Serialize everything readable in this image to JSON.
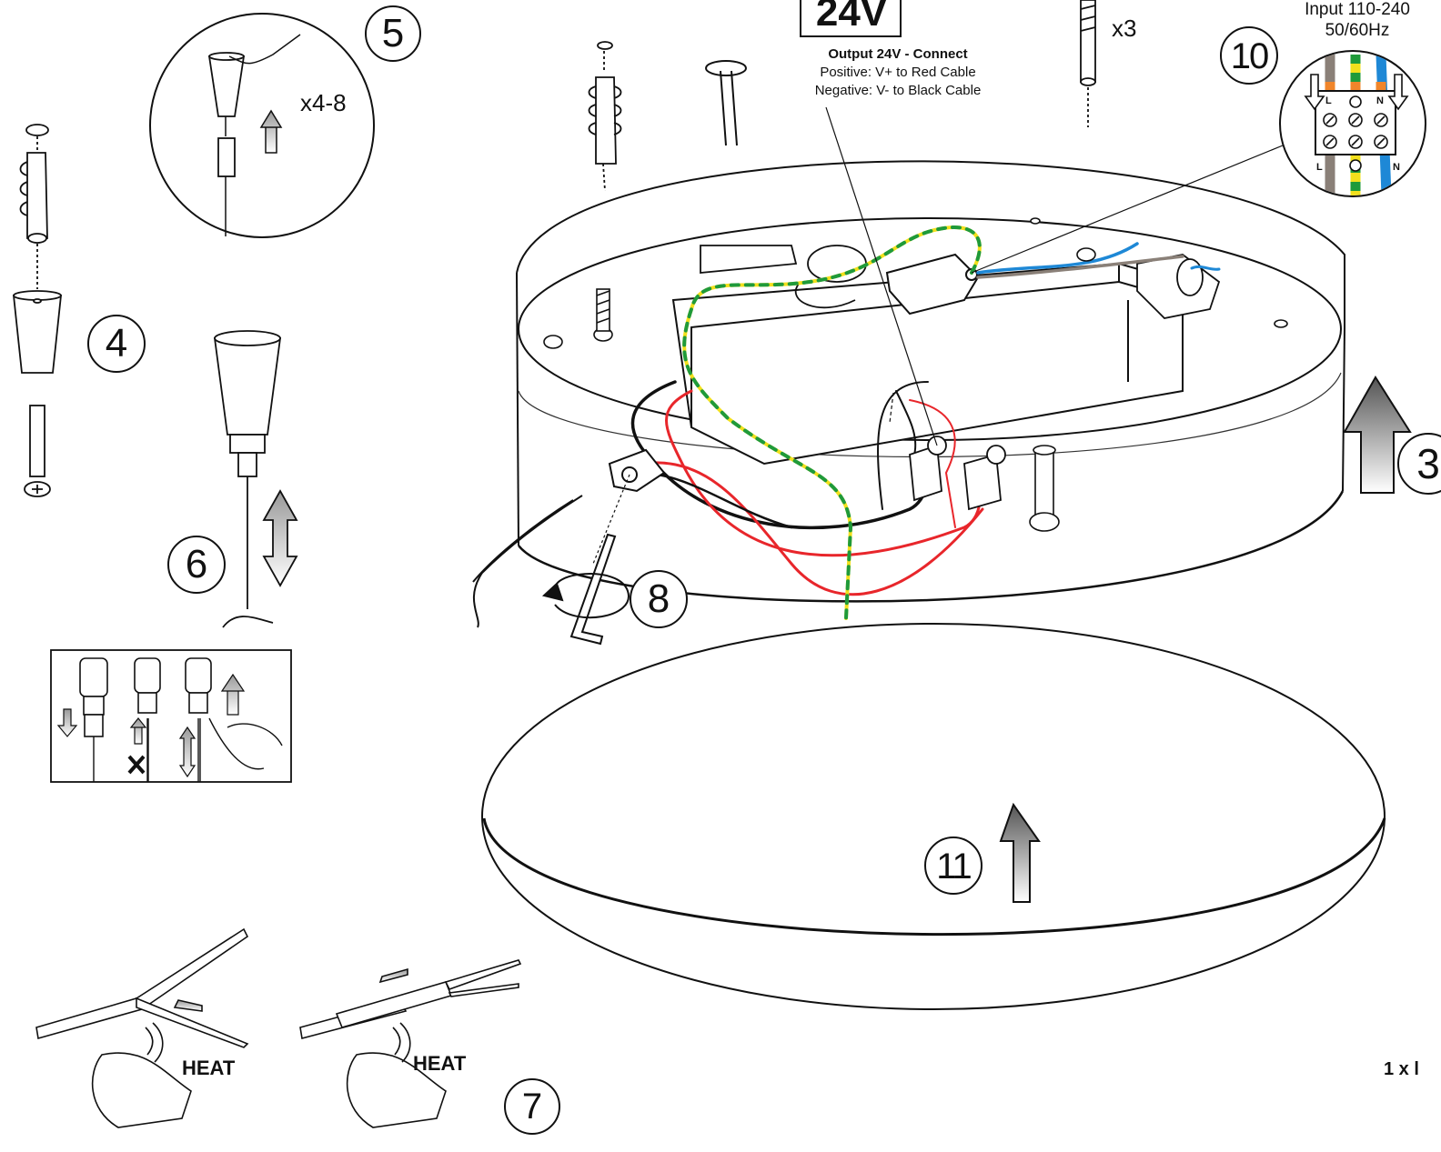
{
  "voltage_label": "24V",
  "output_note": {
    "title": "Output 24V - Connect",
    "positive": "Positive: V+ to Red Cable",
    "negative": "Negative: V- to Black Cable"
  },
  "input_note": {
    "line1": "Input 110-240",
    "line2": "50/60Hz"
  },
  "terminal_labels": {
    "live": "L",
    "neutral": "N"
  },
  "quantities": {
    "pendant_hooks": "x4-8",
    "wall_plugs": "x3"
  },
  "steps": [
    "3",
    "4",
    "5",
    "6",
    "7",
    "8",
    "10",
    "11"
  ],
  "heat_labels": [
    "HEAT",
    "HEAT"
  ],
  "footer_note": "1 x l",
  "colors": {
    "live_wire": "#8a8078",
    "earth_yellow": "#f2e01c",
    "earth_green": "#1f9a3a",
    "neutral_wire": "#1e88d6",
    "positive_wire": "#e8262b",
    "negative_wire": "#111111"
  }
}
